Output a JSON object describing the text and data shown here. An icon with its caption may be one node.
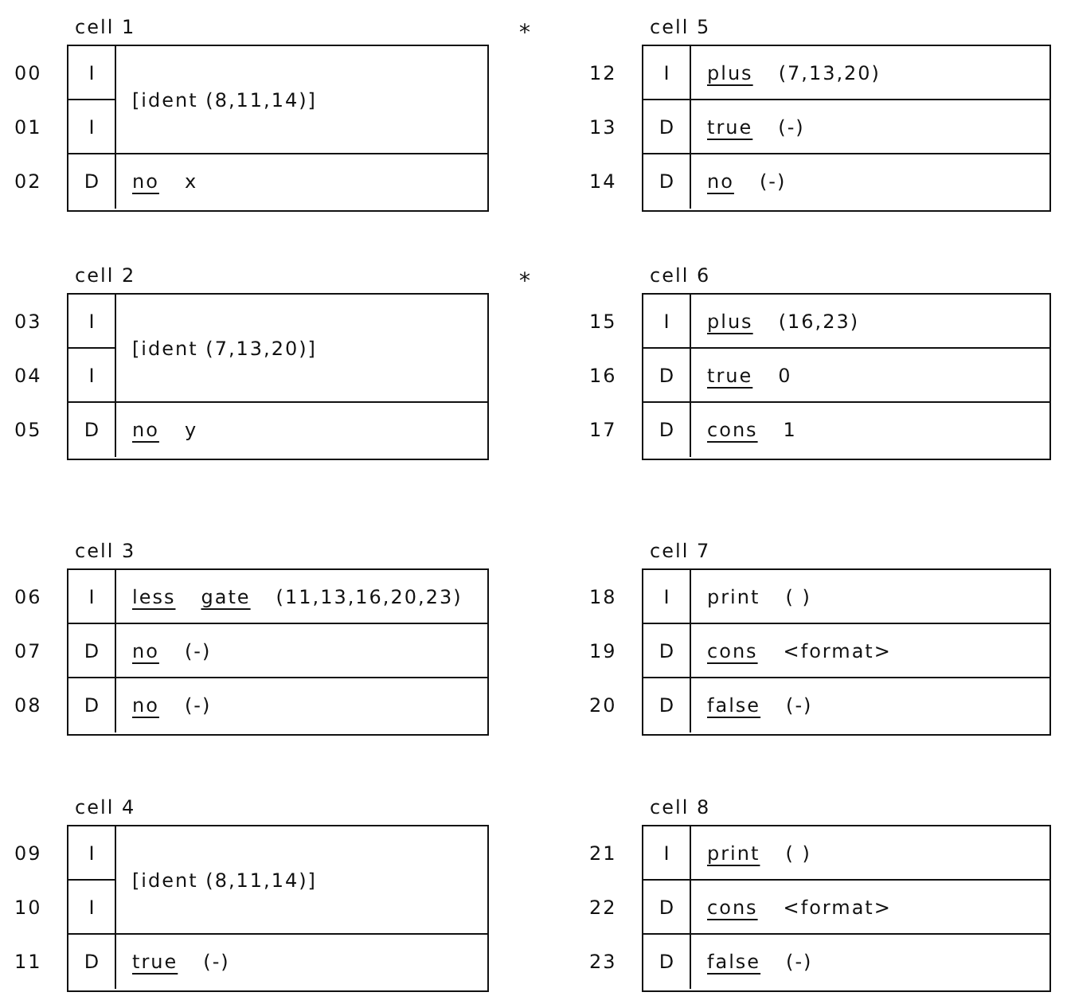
{
  "diagram": {
    "nodes": [
      {
        "text": [
          "cell 1"
        ],
        "beside": [
          "*"
        ]
      },
      {
        "text": [
          "I"
        ],
        "beside": [
          "00"
        ],
        "in": 0
      },
      {
        "text": [
          "I"
        ],
        "beside": [
          "01"
        ],
        "in": 0
      },
      {
        "text": [
          "[ident (8,11,14)]"
        ],
        "in": 0
      },
      {
        "text": [
          "D"
        ],
        "beside": [
          "02"
        ],
        "in": 0
      },
      {
        "text": [
          "no",
          "x"
        ],
        "in": 0
      },
      {
        "text": [
          "cell 2"
        ],
        "beside": [
          "*"
        ]
      },
      {
        "text": [
          "I"
        ],
        "beside": [
          "03"
        ],
        "in": 6
      },
      {
        "text": [
          "I"
        ],
        "beside": [
          "04"
        ],
        "in": 6
      },
      {
        "text": [
          "[ident (7,13,20)]"
        ],
        "in": 6
      },
      {
        "text": [
          "D"
        ],
        "beside": [
          "05"
        ],
        "in": 6
      },
      {
        "text": [
          "no",
          "y"
        ],
        "in": 6
      },
      {
        "text": [
          "cell 3"
        ]
      },
      {
        "text": [
          "I"
        ],
        "beside": [
          "06"
        ],
        "in": 12
      },
      {
        "text": [
          "less",
          "gate",
          "(11,13,16,20,23)"
        ],
        "in": 12
      },
      {
        "text": [
          "D"
        ],
        "beside": [
          "07"
        ],
        "in": 12
      },
      {
        "text": [
          "no",
          "(-)"
        ],
        "in": 12
      },
      {
        "text": [
          "D"
        ],
        "beside": [
          "08"
        ],
        "in": 12
      },
      {
        "text": [
          "no",
          "(-)"
        ],
        "in": 12
      },
      {
        "text": [
          "cell 4"
        ]
      },
      {
        "text": [
          "I"
        ],
        "beside": [
          "09"
        ],
        "in": 19
      },
      {
        "text": [
          "I"
        ],
        "beside": [
          "10"
        ],
        "in": 19
      },
      {
        "text": [
          "[ident (8,11,14)]"
        ],
        "in": 19
      },
      {
        "text": [
          "D"
        ],
        "beside": [
          "11"
        ],
        "in": 19
      },
      {
        "text": [
          "true",
          "(-)"
        ],
        "in": 19
      },
      {
        "text": [
          "cell 5"
        ]
      },
      {
        "text": [
          "I"
        ],
        "beside": [
          "12"
        ],
        "in": 25
      },
      {
        "text": [
          "plus",
          "(7,13,20)"
        ],
        "in": 25
      },
      {
        "text": [
          "D"
        ],
        "beside": [
          "13"
        ],
        "in": 25
      },
      {
        "text": [
          "true",
          "(-)"
        ],
        "in": 25
      },
      {
        "text": [
          "D"
        ],
        "beside": [
          "14"
        ],
        "in": 25
      },
      {
        "text": [
          "no",
          "(-)"
        ],
        "in": 25
      },
      {
        "text": [
          "cell 6"
        ]
      },
      {
        "text": [
          "I"
        ],
        "beside": [
          "15"
        ],
        "in": 32
      },
      {
        "text": [
          "plus",
          "(16,23)"
        ],
        "in": 32
      },
      {
        "text": [
          "D"
        ],
        "beside": [
          "16"
        ],
        "in": 32
      },
      {
        "text": [
          "true",
          "0"
        ],
        "in": 32
      },
      {
        "text": [
          "D"
        ],
        "beside": [
          "17"
        ],
        "in": 32
      },
      {
        "text": [
          "cons",
          "1"
        ],
        "in": 32
      },
      {
        "text": [
          "cell 7"
        ]
      },
      {
        "text": [
          "I"
        ],
        "beside": [
          "18"
        ],
        "in": 39
      },
      {
        "text": [
          "print",
          "( )"
        ],
        "in": 39
      },
      {
        "text": [
          "D"
        ],
        "beside": [
          "19"
        ],
        "in": 39
      },
      {
        "text": [
          "cons",
          "<format>"
        ],
        "in": 39
      },
      {
        "text": [
          "D"
        ],
        "beside": [
          "20"
        ],
        "in": 39
      },
      {
        "text": [
          "false",
          "(-)"
        ],
        "in": 39
      },
      {
        "text": [
          "cell 8"
        ]
      },
      {
        "text": [
          "I"
        ],
        "beside": [
          "21"
        ],
        "in": 46
      },
      {
        "text": [
          "print",
          "( )"
        ],
        "in": 46
      },
      {
        "text": [
          "D"
        ],
        "beside": [
          "22"
        ],
        "in": 46
      },
      {
        "text": [
          "cons",
          "<format>"
        ],
        "in": 46
      },
      {
        "text": [
          "D"
        ],
        "beside": [
          "23"
        ],
        "in": 46
      },
      {
        "text": [
          "false",
          "(-)"
        ],
        "in": 46
      }
    ]
  }
}
